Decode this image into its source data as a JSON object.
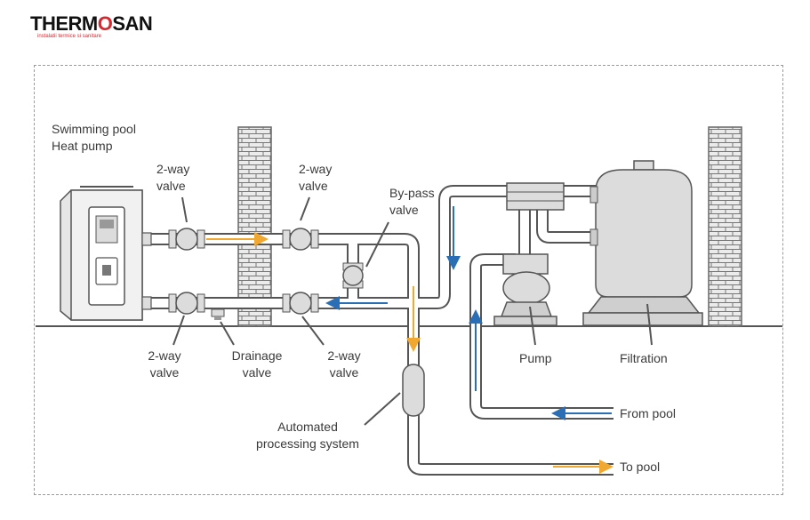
{
  "brand": {
    "name_part1": "THERM",
    "name_o": "O",
    "name_part2": "SAN",
    "tagline": "instalatii termice si sanitare"
  },
  "labels": {
    "heat_pump": [
      "Swimming pool",
      "Heat pump"
    ],
    "valve_top_left": [
      "2-way",
      "valve"
    ],
    "valve_top_right": [
      "2-way",
      "valve"
    ],
    "bypass_valve": [
      "By-pass",
      "valve"
    ],
    "valve_bottom_left": [
      "2-way",
      "valve"
    ],
    "drainage_valve": [
      "Drainage",
      "valve"
    ],
    "valve_bottom_right": [
      "2-way",
      "valve"
    ],
    "automated_system": [
      "Automated",
      "processing system"
    ],
    "pump": "Pump",
    "filtration": "Filtration",
    "from_pool": "From pool",
    "to_pool": "To pool"
  },
  "colors": {
    "hot_flow": "#f0a830",
    "cold_flow": "#2a6fb5",
    "pipe_stroke": "#555555",
    "pipe_fill": "#ffffff",
    "equipment": "#dcdcdc",
    "brand_red": "#d8282f"
  }
}
